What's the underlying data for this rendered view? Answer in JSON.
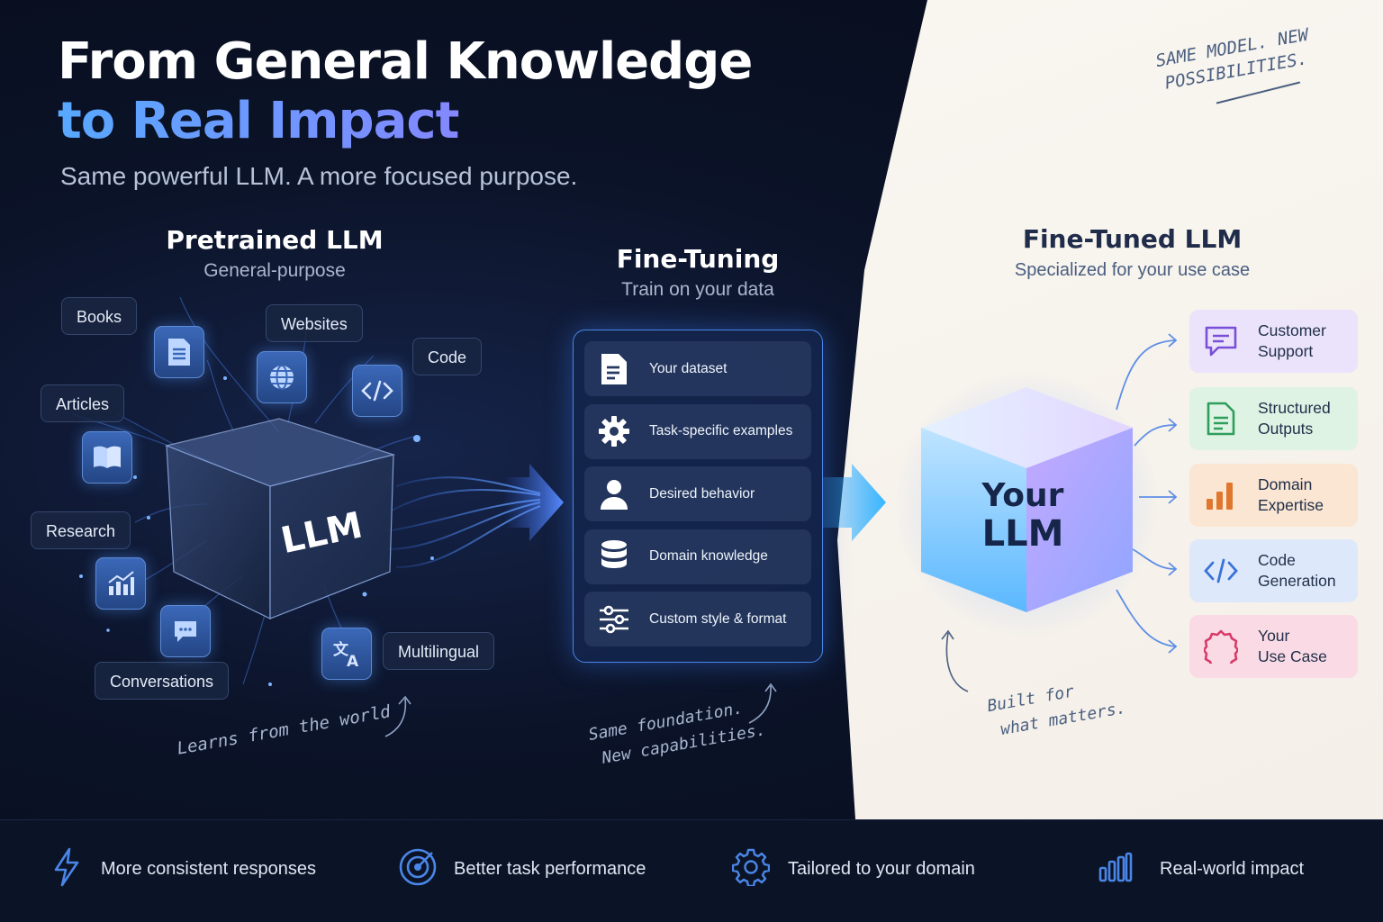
{
  "header": {
    "title_line1": "From General Knowledge",
    "title_line2": "to Real Impact",
    "subtitle": "Same powerful LLM. A more focused purpose.",
    "note": "SAME MODEL. NEW POSSIBILITIES."
  },
  "pretrained": {
    "title": "Pretrained LLM",
    "subtitle": "General-purpose",
    "cube_label": "LLM",
    "sources": [
      "Books",
      "Websites",
      "Code",
      "Articles",
      "Research",
      "Conversations",
      "Multilingual"
    ],
    "caption": "Learns from the world"
  },
  "finetuning": {
    "title": "Fine-Tuning",
    "subtitle": "Train on your data",
    "items": [
      {
        "label": "Your dataset",
        "icon": "document-icon"
      },
      {
        "label": "Task-specific examples",
        "icon": "gear-icon"
      },
      {
        "label": "Desired behavior",
        "icon": "person-icon"
      },
      {
        "label": "Domain knowledge",
        "icon": "database-icon"
      },
      {
        "label": "Custom style & format",
        "icon": "sliders-icon"
      }
    ],
    "caption_line1": "Same foundation.",
    "caption_line2": "New capabilities."
  },
  "finetuned": {
    "title": "Fine-Tuned LLM",
    "subtitle": "Specialized for your use case",
    "cube_line1": "Your",
    "cube_line2": "LLM",
    "outputs": [
      {
        "line1": "Customer",
        "line2": "Support",
        "icon": "chat-icon",
        "color": "#7a4fd6",
        "bg": "#ebe3fb"
      },
      {
        "line1": "Structured",
        "line2": "Outputs",
        "icon": "document-icon",
        "color": "#2e9e5b",
        "bg": "#def3e4"
      },
      {
        "line1": "Domain",
        "line2": "Expertise",
        "icon": "bar-chart-icon",
        "color": "#e0772e",
        "bg": "#fbe6d3"
      },
      {
        "line1": "Code",
        "line2": "Generation",
        "icon": "code-icon",
        "color": "#3a72d8",
        "bg": "#dde9fb"
      },
      {
        "line1": "Your",
        "line2": "Use Case",
        "icon": "badge-icon",
        "color": "#d83a6a",
        "bg": "#fadbe5"
      }
    ],
    "caption_line1": "Built for",
    "caption_line2": "what matters."
  },
  "benefits": [
    {
      "label": "More consistent responses",
      "icon": "lightning-icon"
    },
    {
      "label": "Better task performance",
      "icon": "target-icon"
    },
    {
      "label": "Tailored to your domain",
      "icon": "gear-icon"
    },
    {
      "label": "Real-world impact",
      "icon": "bar-chart-icon"
    }
  ],
  "colors": {
    "accent_blue": "#4a86e8",
    "accent_purple": "#b072ff",
    "dark_bg": "#0b1328",
    "light_bg": "#f7f3ee"
  }
}
